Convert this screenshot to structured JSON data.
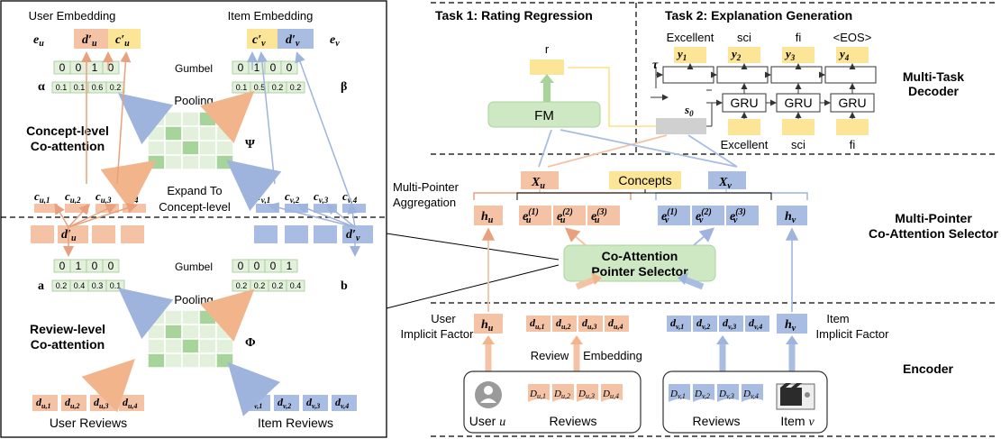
{
  "left_panel": {
    "user_embedding": "User Embedding",
    "item_embedding": "Item Embedding",
    "eu": "e",
    "eu_sub": "u",
    "ev": "e",
    "ev_sub": "v",
    "du_prime": "d′",
    "du_prime_sub": "u",
    "cu_prime": "c′",
    "cu_prime_sub": "u",
    "cv_prime": "c′",
    "cv_prime_sub": "v",
    "dv_prime": "d′",
    "dv_prime_sub": "v",
    "gumbel_top": "Gumbel",
    "gumbel_bottom": "Gumbel",
    "alpha_onehot": [
      "0",
      "0",
      "1",
      "0"
    ],
    "beta_onehot": [
      "0",
      "1",
      "0",
      "0"
    ],
    "alpha_label": "α",
    "beta_label": "β",
    "alpha_values": [
      "0.1",
      "0.1",
      "0.6",
      "0.2"
    ],
    "beta_values": [
      "0.1",
      "0.5",
      "0.2",
      "0.2"
    ],
    "pooling_top": "Pooling",
    "pooling_bottom": "Pooling",
    "psi": "Ψ",
    "phi": "Φ",
    "concept_coatt_line1": "Concept-level",
    "concept_coatt_line2": "Co-attention",
    "review_coatt_line1": "Review-level",
    "review_coatt_line2": "Co-attention",
    "expand_line1": "Expand To",
    "expand_line2": "Concept-level",
    "cu_labels": [
      "c",
      "c",
      "c",
      "c"
    ],
    "cu_subs": [
      "u,1",
      "u,2",
      "u,3",
      "u,4"
    ],
    "cv_subs": [
      "v,1",
      "v,2",
      "v,3",
      "v,4"
    ],
    "a_onehot": [
      "0",
      "1",
      "0",
      "0"
    ],
    "b_onehot": [
      "0",
      "0",
      "0",
      "1"
    ],
    "a_label": "a",
    "b_label": "b",
    "a_values": [
      "0.2",
      "0.4",
      "0.3",
      "0.1"
    ],
    "b_values": [
      "0.2",
      "0.2",
      "0.2",
      "0.4"
    ],
    "du_subs": [
      "u,1",
      "u,2",
      "u,3",
      "u,4"
    ],
    "dv_subs": [
      "v,1",
      "v,2",
      "v,3",
      "v,4"
    ],
    "d": "d",
    "user_reviews": "User Reviews",
    "item_reviews": "Item Reviews"
  },
  "right_panel": {
    "task1": "Task 1: Rating Regression",
    "task2": "Task 2: Explanation Generation",
    "r": "r",
    "fm": "FM",
    "tau": "τ",
    "s0": "s",
    "s0_sub": "0",
    "decoder_top_words": [
      "Excellent",
      "sci",
      "fi",
      "<EOS>"
    ],
    "decoder_y": [
      "y",
      "y",
      "y",
      "y"
    ],
    "decoder_y_subs": [
      "1",
      "2",
      "3",
      "4"
    ],
    "gru": "GRU",
    "decoder_bottom_words": [
      "Excellent",
      "sci",
      "fi"
    ],
    "multitask_line1": "Multi-Task",
    "multitask_line2": "Decoder",
    "Xu": "X",
    "Xu_sub": "u",
    "Xv": "X",
    "Xv_sub": "v",
    "concepts": "Concepts",
    "mp_agg_line1": "Multi-Pointer",
    "mp_agg_line2": "Aggregation",
    "hu": "h",
    "hu_sub": "u",
    "hv": "h",
    "hv_sub": "v",
    "e": "e",
    "eu_subs": [
      "u",
      "u",
      "u"
    ],
    "ev_subs": [
      "v",
      "v",
      "v"
    ],
    "e_sups": [
      "(1)",
      "(2)",
      "(3)"
    ],
    "mp_selector_line1": "Multi-Pointer",
    "mp_selector_line2": "Co-Attention Selector",
    "coatt_line1": "Co-Attention",
    "coatt_line2": "Pointer Selector",
    "user_implicit_line1": "User",
    "user_implicit_line2": "Implicit Factor",
    "item_implicit_line1": "Item",
    "item_implicit_line2": "Implicit Factor",
    "review_word": "Review",
    "embedding_word": "Embedding",
    "encoder": "Encoder",
    "user_u": "User",
    "user_u_var": "u",
    "reviews_left": "Reviews",
    "reviews_right": "Reviews",
    "item_v": "Item",
    "item_v_var": "v",
    "D": "D",
    "du_subs": [
      "u,1",
      "u,2",
      "u,3",
      "u,4"
    ],
    "dv_subs": [
      "v,1",
      "v,2",
      "v,3",
      "v,4"
    ],
    "d": "d"
  },
  "colors": {
    "orange": "#f4c3a6",
    "orange_line": "#e9a07e",
    "blue": "#a9bde2",
    "blue_line": "#9fb4dc",
    "yellow": "#fde597",
    "green": "#cfe8c4",
    "green_dark": "#a7d49a",
    "gray": "#d0d0d0"
  }
}
